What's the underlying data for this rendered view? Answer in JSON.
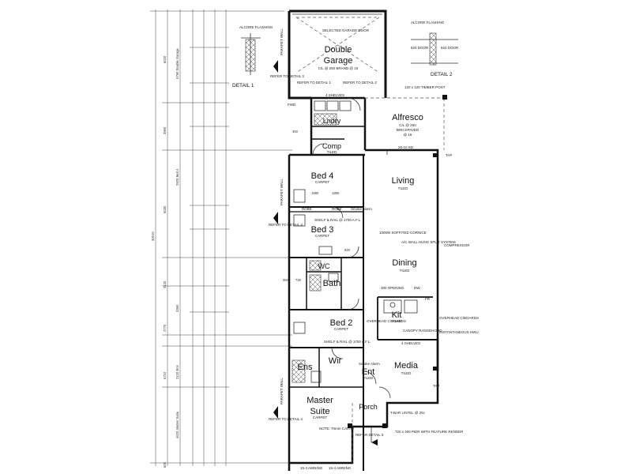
{
  "rooms": {
    "double_garage": {
      "name1": "Double",
      "name2": "Garage",
      "sub": "C/L @ 250 BRAND @ 16"
    },
    "alfresco": {
      "name": "Alfresco",
      "sub1": "C/L @ 250",
      "sub2": "BRICKPAVED",
      "sub3": "@ 16"
    },
    "lndry": {
      "name": "Lndry"
    },
    "comp": {
      "name": "Comp",
      "sub": "TILED"
    },
    "bed4": {
      "name": "Bed 4",
      "sub": "CARPET"
    },
    "bed3": {
      "name": "Bed 3",
      "sub": "CARPET"
    },
    "living": {
      "name": "Living",
      "sub": "TILED"
    },
    "dining": {
      "name": "Dining",
      "sub": "TILED"
    },
    "wc": {
      "name": "WC"
    },
    "bath": {
      "name": "Bath"
    },
    "kit": {
      "name": "Kit",
      "sub": "TILED"
    },
    "bed2": {
      "name": "Bed 2",
      "sub": "CARPET"
    },
    "ens": {
      "name": "Ens"
    },
    "wir": {
      "name": "Wir"
    },
    "ent": {
      "name": "Ent",
      "sub": "TILED"
    },
    "media": {
      "name": "Media",
      "sub": "TILED"
    },
    "master": {
      "name1": "Master",
      "name2": "Suite",
      "sub": "CARPET"
    },
    "porch": {
      "name": "Porch"
    }
  },
  "notes": {
    "selected_garage_door": "SELECTED GARAGE DOOR",
    "parapet_wall": "PARAPET WALL",
    "refer_detail_3": "REFER TO DETAIL 3",
    "refer_detail_1": "REFER TO DETAIL 1",
    "refer_detail_2": "REFER TO DETAIL 2",
    "refer_detail_4": "REFER TO DETAIL 4",
    "refer_detail_4b": "REFER TO DETAIL 4",
    "refer_detail_5": "REFER DETAIL 5",
    "four_shelves": "4 SHELVES",
    "timber_post": "120 x 120 TIMBER POST",
    "sd": "25-10 SD",
    "tap": "TAP",
    "tap2": "TAP",
    "fwd": "FWD",
    "robe1": "ROBE",
    "robe2": "ROBE",
    "shelf_rail1": "SHELF & RAIL @ 1700 A.F.L.",
    "shelf_rail2": "SHELF & RAIL @ 1700 A.F.L.",
    "soffited_cornice": "1000W SOFFITED CORNICE",
    "ac_split": "A/C WALL HUNG SPLIT SYSTEM",
    "compressor": "COMPRESSOR",
    "opening": "300 OPENING",
    "dw": "DW",
    "fr": "FR",
    "canopy": "CANOPY RANGEHOOD",
    "overhead1": "OVERHEAD C/BOARDS",
    "overhead2": "OVERHEAD C/BOARDS",
    "instantaneous": "INSTANTANEOUS HWU",
    "four_shelves_b": "4 SHELVES",
    "note_cavity": "NOTE: 70mm CAVITY",
    "tbar_lintel": "T-BAR LINTEL @ 25c",
    "pier": "720 x 400 PIER WITH FEATURE RENDER",
    "awning1": "15-4 AWNING",
    "awning2": "15-4 AWNING",
    "detail1": "DETAIL 1",
    "detail2": "DETAIL 2",
    "alcore1": "ALCORE FLASHING",
    "alcore2": "ALCORE FLASHING",
    "door820a": "820 DOOR",
    "door820b": "820 DOOR",
    "smoke_alarm": "Smoke Alarm",
    "smoke_alarm2": "Smoke Alarm"
  },
  "dimensions": {
    "overall": "30010",
    "d_6020": "6020",
    "d_5790": "5790 Double Garage",
    "d_3960": "3960",
    "d_6030": "6030",
    "d_2920": "2920 Bed 4",
    "d_3120": "3120",
    "d_3360": "3360",
    "d_2770": "2770",
    "d_6710": "6710",
    "d_4620": "4620 Master Suite",
    "d_2120": "2120 Ens",
    "d_600": "600",
    "d_1890a": "1890",
    "d_1890b": "1890",
    "d_350a": "350",
    "d_350b": "350",
    "d_820": "820",
    "d_730": "730"
  }
}
